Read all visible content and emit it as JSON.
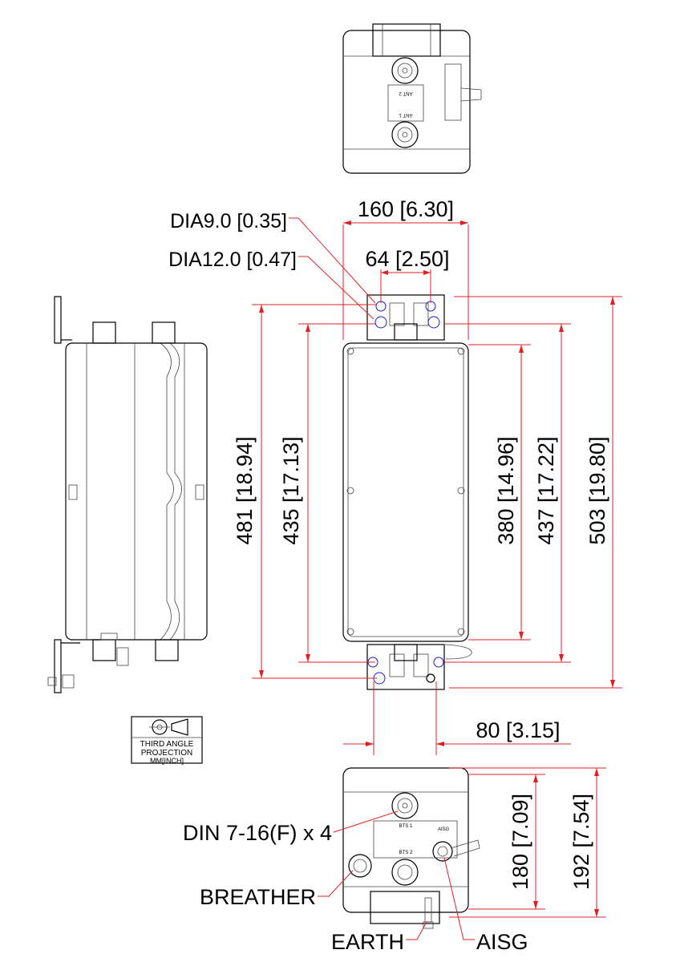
{
  "dimensions": {
    "width_top": "160 [6.30]",
    "hole_spacing": "64 [2.50]",
    "dia_small": "DIA9.0 [0.35]",
    "dia_large": "DIA12.0 [0.47]",
    "height_481": "481 [18.94]",
    "height_435": "435 [17.13]",
    "height_380": "380 [14.96]",
    "height_437": "437 [17.22]",
    "height_503": "503 [19.80]",
    "offset_80": "80 [3.15]",
    "depth_180": "180 [7.09]",
    "depth_192": "192 [7.54]"
  },
  "callouts": {
    "connector": "DIN 7-16(F) x 4",
    "breather": "BREATHER",
    "earth": "EARTH",
    "aisg": "AISG"
  },
  "projection_box": {
    "line1": "THIRD ANGLE",
    "line2": "PROJECTION",
    "line3": "MM[INCH]"
  },
  "unit_marks": {
    "ant2": "ANT 2",
    "ant1": "ANT 1",
    "bts1": "BTS 1",
    "bts2": "BTS 2",
    "aisg_small": "AISG"
  }
}
